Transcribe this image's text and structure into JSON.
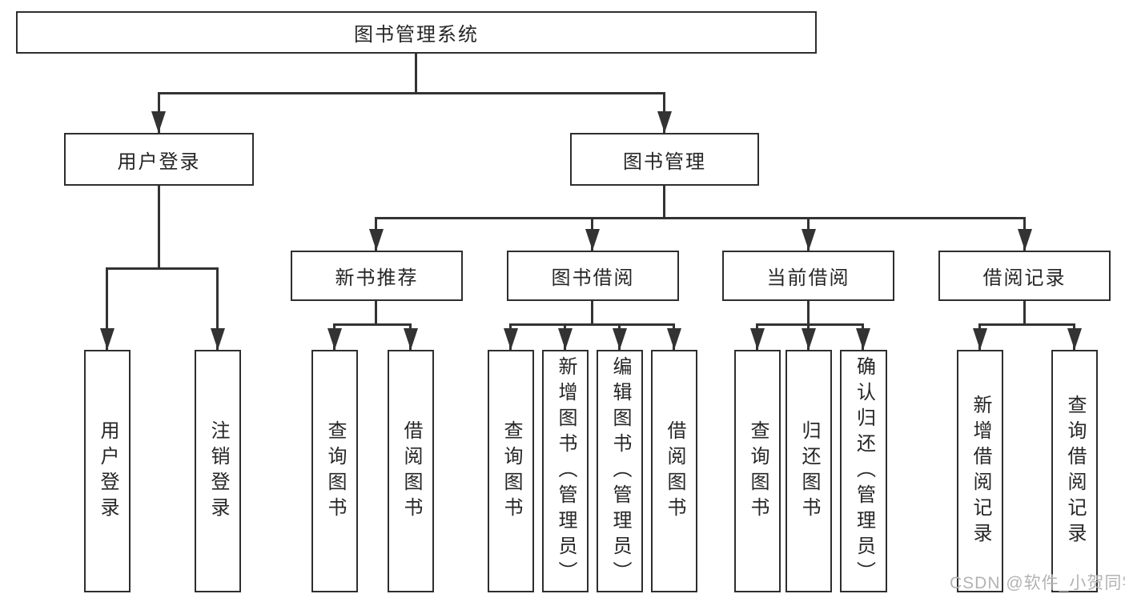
{
  "diagram": {
    "type": "hierarchy-tree",
    "root": {
      "label": "图书管理系统"
    },
    "branches": [
      {
        "label": "用户登录",
        "children": [
          {
            "label": "用户登录"
          },
          {
            "label": "注销登录"
          }
        ]
      },
      {
        "label": "图书管理",
        "groups": [
          {
            "label": "新书推荐",
            "children": [
              {
                "label": "查询图书"
              },
              {
                "label": "借阅图书"
              }
            ]
          },
          {
            "label": "图书借阅",
            "children": [
              {
                "label": "查询图书"
              },
              {
                "label": "新增图书（管理员）"
              },
              {
                "label": "编辑图书（管理员）"
              },
              {
                "label": "借阅图书"
              }
            ]
          },
          {
            "label": "当前借阅",
            "children": [
              {
                "label": "查询图书"
              },
              {
                "label": "归还图书"
              },
              {
                "label": "确认归还（管理员）"
              }
            ]
          },
          {
            "label": "借阅记录",
            "children": [
              {
                "label": "新增借阅记录"
              },
              {
                "label": "查询借阅记录"
              }
            ]
          }
        ]
      }
    ],
    "watermark": "CSDN @软件_小贺同学",
    "colors": {
      "line": "#333333",
      "text": "#262626",
      "box_border": "#2e2e2e",
      "watermark": "#b3b3b3",
      "background": "#ffffff"
    }
  }
}
